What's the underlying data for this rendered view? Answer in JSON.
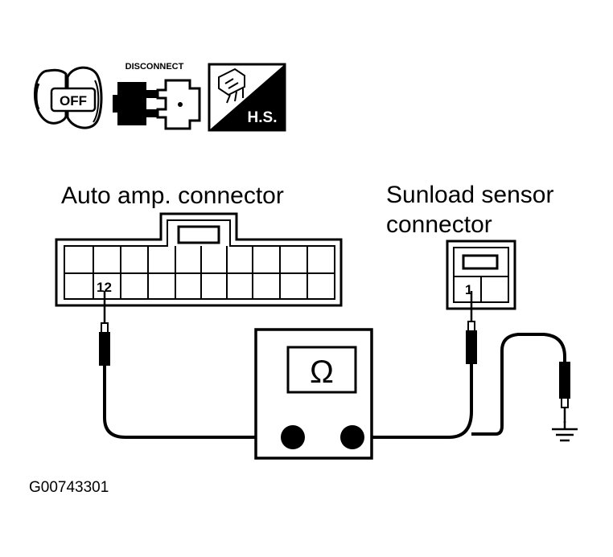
{
  "icons": {
    "ignition": {
      "name": "ignition-key-off-icon",
      "label": "OFF"
    },
    "disconnect": {
      "name": "disconnect-connector-icon",
      "label": "DISCONNECT"
    },
    "harness_side": {
      "name": "harness-side-icon",
      "label": "H.S."
    }
  },
  "auto_amp": {
    "label": "Auto amp. connector",
    "pin": "12"
  },
  "sunload": {
    "label_line1": "Sunload sensor",
    "label_line2": "connector",
    "pin": "1"
  },
  "meter": {
    "symbol": "Ω"
  },
  "figure_code": "G00743301"
}
